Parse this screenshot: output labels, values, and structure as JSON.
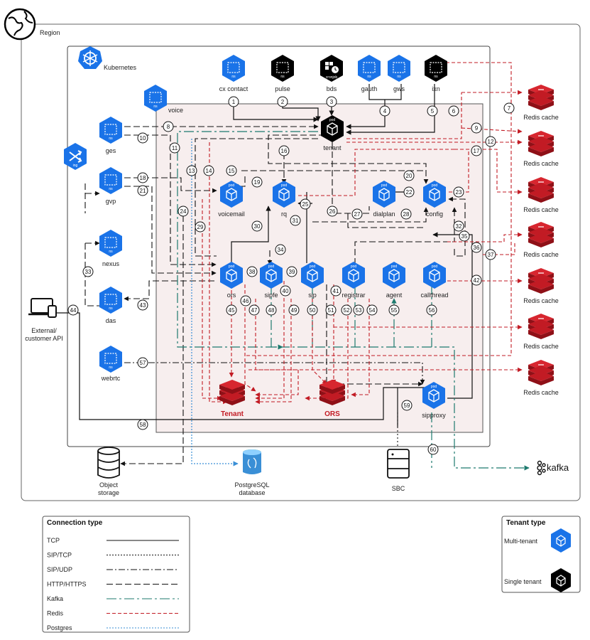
{
  "region_label": "Region",
  "kubernetes_label": "Kubernetes",
  "voice_label": "voice",
  "namespaces": {
    "cx_contact": "cx contact",
    "pulse": "pulse",
    "bds": "bds",
    "gauth": "gauth",
    "gws": "gws",
    "ixn": "ixn",
    "ges": "ges",
    "gvp": "gvp",
    "nexus": "nexus",
    "das": "das",
    "webrtc": "webrtc"
  },
  "pods": {
    "tenant": "tenant",
    "voicemail": "voicemail",
    "rq": "rq",
    "dialplan": "dialplan",
    "config": "config",
    "ors": "ors",
    "sipfe": "sipfe",
    "sip": "sip",
    "registrar": "registrar",
    "agent": "agent",
    "callthread": "callthread",
    "sipproxy": "sipproxy"
  },
  "icon_tags": {
    "ns": "ns",
    "pod": "pod",
    "cronjob": "cronjob",
    "ing": "ing"
  },
  "redis_labels": [
    "Redis cache",
    "Redis cache",
    "Redis cache",
    "Redis cache",
    "Redis cache",
    "Redis cache",
    "Redis cache"
  ],
  "tenant_redis": "Tenant",
  "ors_redis": "ORS",
  "external": {
    "label_line1": "External/",
    "label_line2": "customer API"
  },
  "storage": {
    "object_line1": "Object",
    "object_line2": "storage",
    "postgres_line1": "PostgreSQL",
    "postgres_line2": "database",
    "sbc": "SBC",
    "kafka": "kafka"
  },
  "connection_legend": {
    "title": "Connection type",
    "items": [
      "TCP",
      "SIP/TCP",
      "SIP/UDP",
      "HTTP/HTTPS",
      "Kafka",
      "Redis",
      "Postgres"
    ]
  },
  "tenant_legend": {
    "title": "Tenant type",
    "multi": "Multi-tenant",
    "single": "Single tenant"
  },
  "colors": {
    "ns_blue": "#1a73e8",
    "redis_red": "#c21b24",
    "kafka_teal": "#1d7a6e",
    "postgres_blue": "#3a8fd6"
  }
}
